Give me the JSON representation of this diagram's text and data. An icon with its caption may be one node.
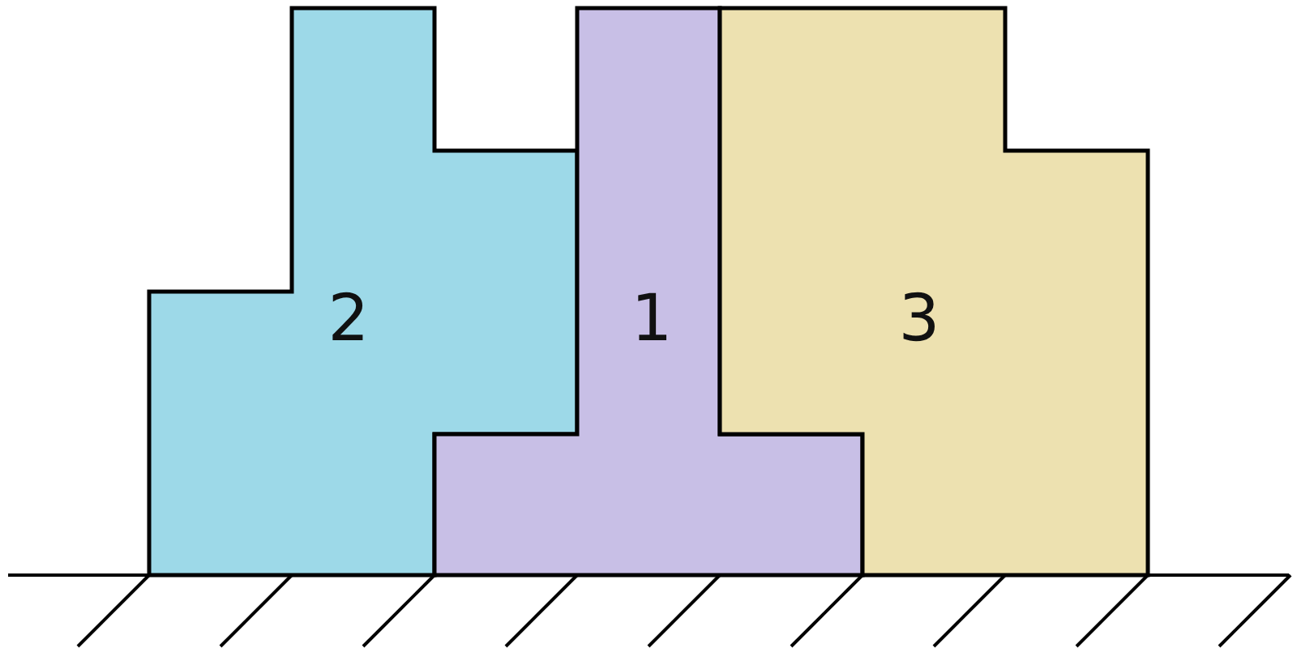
{
  "diagram": {
    "nodes": [
      {
        "text": [
          "2"
        ]
      },
      {
        "text": [
          "1"
        ]
      },
      {
        "text": [
          "3"
        ]
      }
    ]
  }
}
